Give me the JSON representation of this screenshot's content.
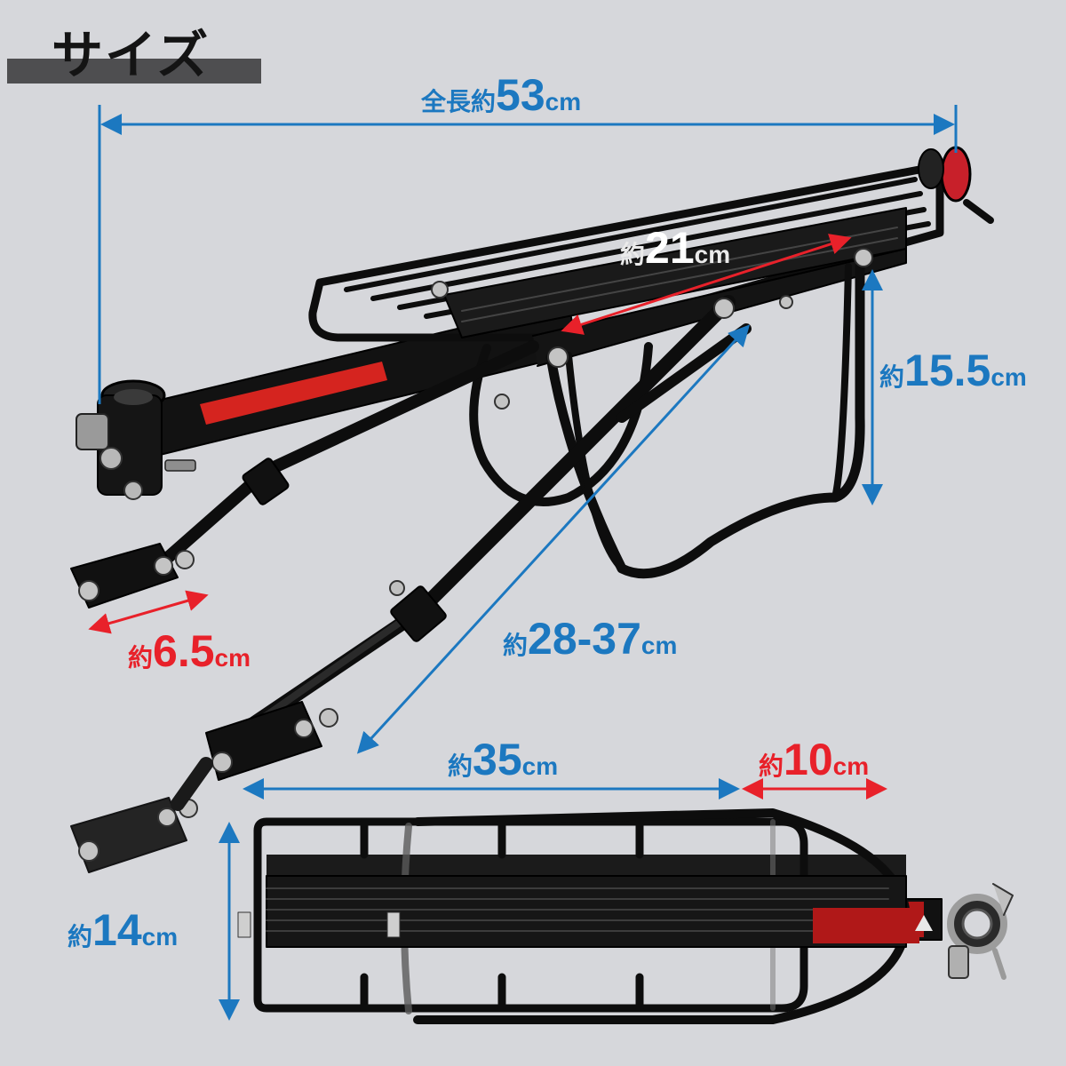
{
  "title": "サイズ",
  "colors": {
    "background": "#d6d7db",
    "blue": "#1c78c0",
    "red": "#e8212a",
    "rack": "#0d0d0d"
  },
  "dimensions": {
    "total_length": {
      "prefix": "全長約",
      "value": "53",
      "unit": "cm"
    },
    "platform_length": {
      "prefix": "約",
      "value": "21",
      "unit": "cm"
    },
    "height": {
      "prefix": "約",
      "value": "15.5",
      "unit": "cm"
    },
    "clamp": {
      "prefix": "約",
      "value": "6.5",
      "unit": "cm"
    },
    "strut": {
      "prefix": "約",
      "value": "28-37",
      "unit": "cm"
    },
    "top_length": {
      "prefix": "約",
      "value": "35",
      "unit": "cm"
    },
    "extension": {
      "prefix": "約",
      "value": "10",
      "unit": "cm"
    },
    "width": {
      "prefix": "約",
      "value": "14",
      "unit": "cm"
    }
  }
}
